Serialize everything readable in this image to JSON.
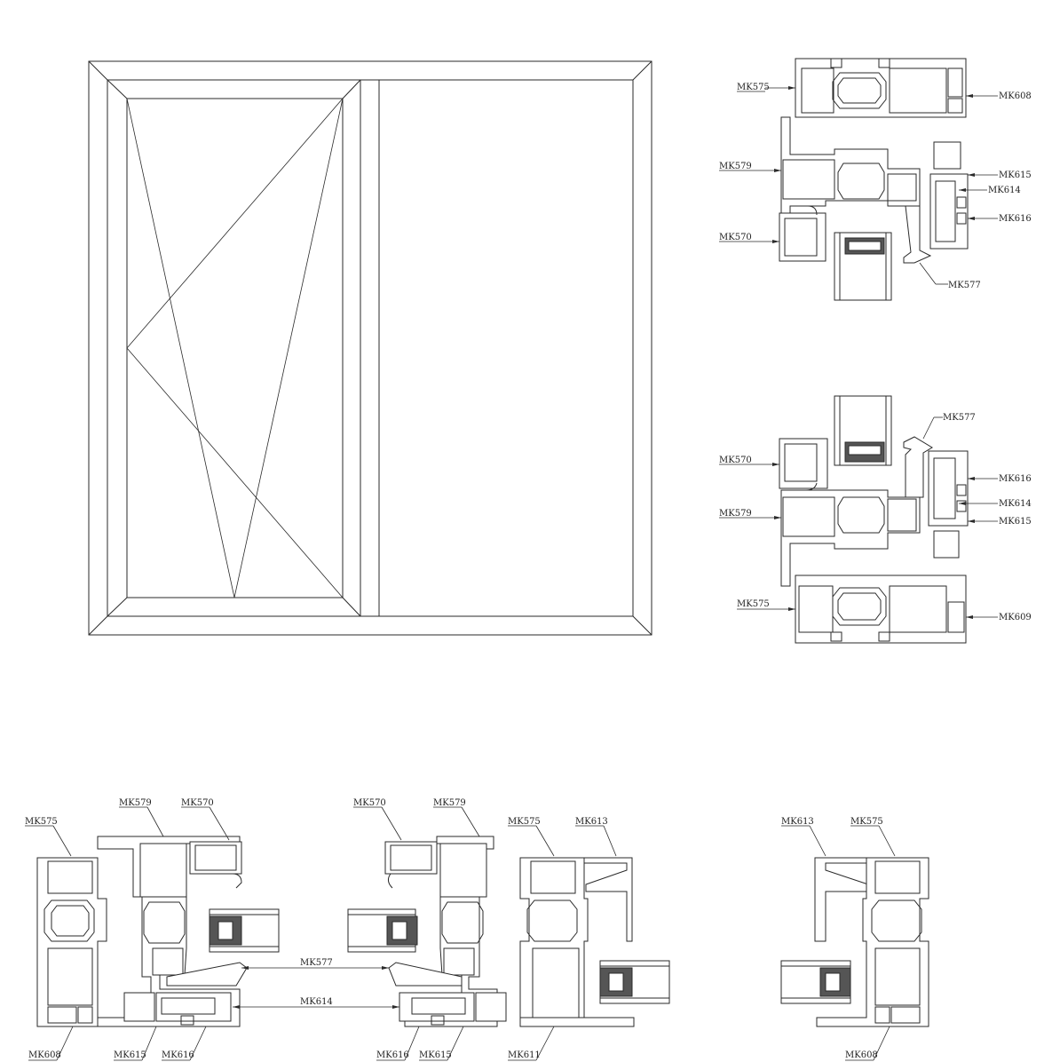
{
  "elevation": {
    "sash_type": "tilt-and-turn sash",
    "fixed_type": "fixed light"
  },
  "section_top": {
    "labels": [
      "MK575",
      "MK608",
      "MK579",
      "MK615",
      "MK614",
      "MK616",
      "MK570",
      "MK577"
    ]
  },
  "section_bottom": {
    "labels": [
      "MK577",
      "MK570",
      "MK616",
      "MK614",
      "MK579",
      "MK615",
      "MK575",
      "MK609"
    ]
  },
  "section_horizontal": {
    "labels": [
      "MK575",
      "MK579",
      "MK570",
      "MK570",
      "MK579",
      "MK575",
      "MK613",
      "MK613",
      "MK575",
      "MK577",
      "MK614",
      "MK608",
      "MK615",
      "MK616",
      "MK616",
      "MK615",
      "MK611",
      "MK608"
    ]
  }
}
